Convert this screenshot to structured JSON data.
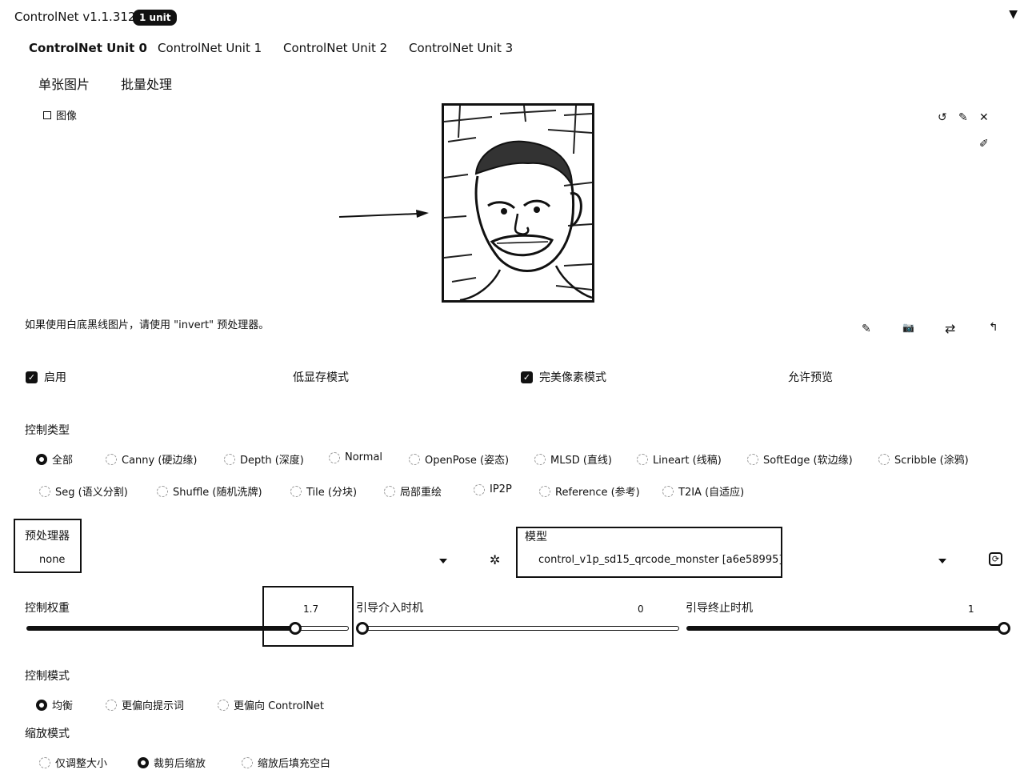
{
  "header": {
    "title": "ControlNet v1.1.312",
    "badge": "1 unit",
    "collapse_glyph": "▼"
  },
  "unit_tabs": [
    {
      "label": "ControlNet Unit 0",
      "active": true
    },
    {
      "label": "ControlNet Unit 1",
      "active": false
    },
    {
      "label": "ControlNet Unit 2",
      "active": false
    },
    {
      "label": "ControlNet Unit 3",
      "active": false
    }
  ],
  "mode_tabs": [
    {
      "label": "单张图片"
    },
    {
      "label": "批量处理"
    }
  ],
  "image_label": "图像",
  "note": "如果使用白底黑线图片，请使用 \"invert\" 预处理器。",
  "checkboxes": {
    "enable": {
      "label": "启用",
      "checked": true
    },
    "low_vram": {
      "label": "低显存模式",
      "checked": false
    },
    "pixel_perfect": {
      "label": "完美像素模式",
      "checked": true
    },
    "allow_preview": {
      "label": "允许预览",
      "checked": false
    }
  },
  "control_type": {
    "label": "控制类型",
    "options": [
      {
        "label": "全部",
        "selected": true
      },
      {
        "label": "Canny (硬边缘)",
        "selected": false
      },
      {
        "label": "Depth (深度)",
        "selected": false
      },
      {
        "label": "Normal",
        "selected": false
      },
      {
        "label": "OpenPose (姿态)",
        "selected": false
      },
      {
        "label": "MLSD (直线)",
        "selected": false
      },
      {
        "label": "Lineart (线稿)",
        "selected": false
      },
      {
        "label": "SoftEdge (软边缘)",
        "selected": false
      },
      {
        "label": "Scribble (涂鸦)",
        "selected": false
      },
      {
        "label": "Seg (语义分割)",
        "selected": false
      },
      {
        "label": "Shuffle (随机洗牌)",
        "selected": false
      },
      {
        "label": "Tile (分块)",
        "selected": false
      },
      {
        "label": "局部重绘",
        "selected": false
      },
      {
        "label": "IP2P",
        "selected": false
      },
      {
        "label": "Reference (参考)",
        "selected": false
      },
      {
        "label": "T2IA (自适应)",
        "selected": false
      }
    ]
  },
  "preprocessor": {
    "label": "预处理器",
    "value": "none"
  },
  "model": {
    "label": "模型",
    "value": "control_v1p_sd15_qrcode_monster [a6e58995]"
  },
  "sliders": {
    "weight": {
      "label": "控制权重",
      "value": "1.7",
      "min": 0,
      "max": 2
    },
    "start": {
      "label": "引导介入时机",
      "value": "0",
      "min": 0,
      "max": 1
    },
    "end": {
      "label": "引导终止时机",
      "value": "1",
      "min": 0,
      "max": 1
    }
  },
  "control_mode": {
    "label": "控制模式",
    "options": [
      {
        "label": "均衡",
        "selected": true
      },
      {
        "label": "更偏向提示词",
        "selected": false
      },
      {
        "label": "更偏向 ControlNet",
        "selected": false
      }
    ]
  },
  "resize_mode": {
    "label": "缩放模式",
    "options": [
      {
        "label": "仅调整大小",
        "selected": false
      },
      {
        "label": "裁剪后缩放",
        "selected": true
      },
      {
        "label": "缩放后填充空白",
        "selected": false
      }
    ]
  },
  "icons": {
    "undo": "↺",
    "edit": "✎",
    "close": "✕",
    "brush": "✐",
    "pen": "✎",
    "camera": "📷",
    "swap": "⇄",
    "send": "↰",
    "explode": "✲",
    "refresh": "⟳"
  }
}
